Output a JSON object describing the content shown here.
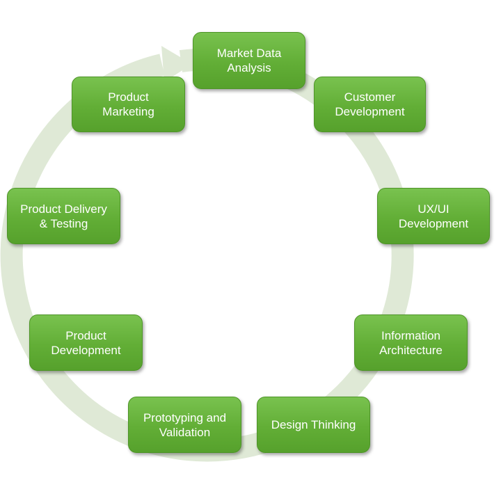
{
  "diagram": {
    "type": "cycle",
    "colors": {
      "node_fill": "#62ae36",
      "node_text": "#ffffff",
      "ring": "#dfe9d6"
    },
    "nodes": [
      {
        "id": "market",
        "label": "Market Data\nAnalysis"
      },
      {
        "id": "customer",
        "label": "Customer\nDevelopment"
      },
      {
        "id": "uxui",
        "label": "UX/UI\nDevelopment"
      },
      {
        "id": "info",
        "label": "Information\nArchitecture"
      },
      {
        "id": "design",
        "label": "Design Thinking"
      },
      {
        "id": "prototyping",
        "label": "Prototyping and\nValidation"
      },
      {
        "id": "development",
        "label": "Product\nDevelopment"
      },
      {
        "id": "delivery",
        "label": "Product Delivery\n& Testing"
      },
      {
        "id": "marketing",
        "label": "Product\nMarketing"
      }
    ],
    "flow": "clockwise"
  }
}
